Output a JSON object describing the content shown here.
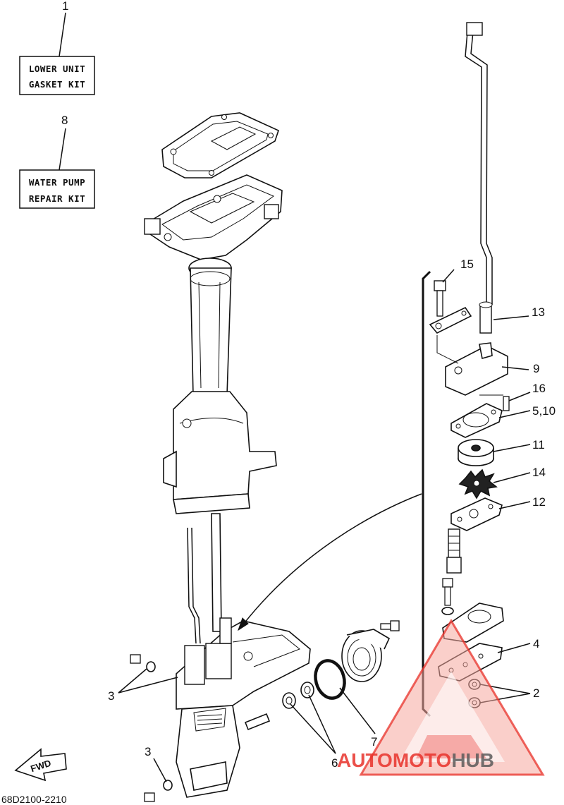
{
  "diagram": {
    "kits": [
      {
        "callout": "1",
        "line1": "LOWER UNIT",
        "line2": "GASKET KIT"
      },
      {
        "callout": "8",
        "line1": "WATER PUMP",
        "line2": "REPAIR KIT"
      }
    ],
    "callouts": {
      "c15": "15",
      "c13": "13",
      "c9": "9",
      "c16": "16",
      "c5_10": "5,10",
      "c11": "11",
      "c14": "14",
      "c12": "12",
      "c4": "4",
      "c2": "2",
      "c3a": "3",
      "c3b": "3",
      "c7": "7",
      "c6": "6"
    },
    "fwd_label": "FWD",
    "diagram_code": "68D2100-2210"
  },
  "watermark": {
    "brand_part1": "AUTOMOTO",
    "brand_part2": "HUB",
    "colors": {
      "red": "#e8312a",
      "grey": "#5a5a5a",
      "triangle_fill": "#f6a79f"
    }
  }
}
